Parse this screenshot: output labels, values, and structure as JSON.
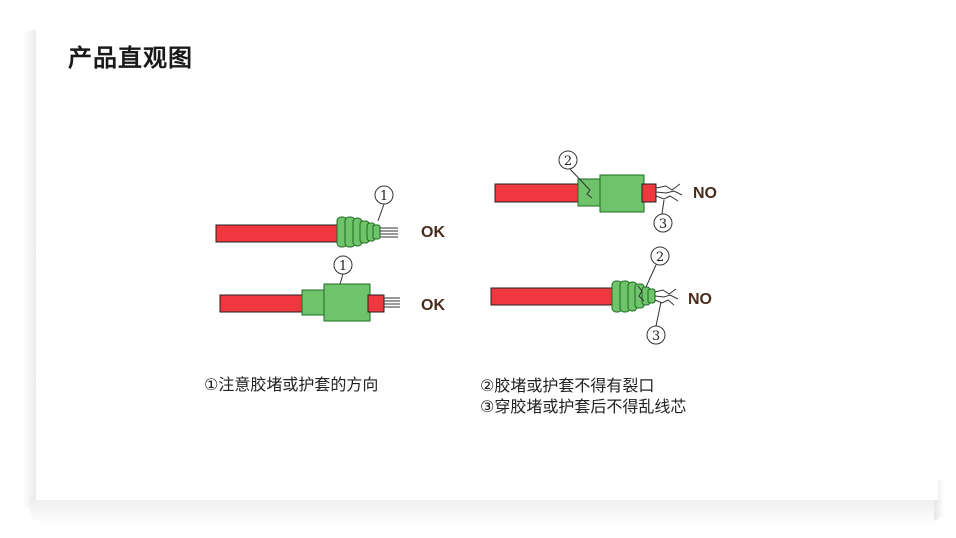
{
  "page_title": "产品直观图",
  "labels": {
    "ok_top": "OK",
    "ok_bottom": "OK",
    "no_top": "NO",
    "no_bottom": "NO"
  },
  "markers": {
    "one": "1",
    "two": "2",
    "three": "3"
  },
  "captions": {
    "left": "①注意胶堵或护套的方向",
    "right_line1": "②胶堵或护套不得有裂口",
    "right_line2": "③穿胶堵或护套后不得乱线芯"
  },
  "colors": {
    "cable_red": "#f0373f",
    "seal_green": "#6fc36b",
    "dark_green": "#2e8b32",
    "label_text": "#4a2c1c"
  }
}
